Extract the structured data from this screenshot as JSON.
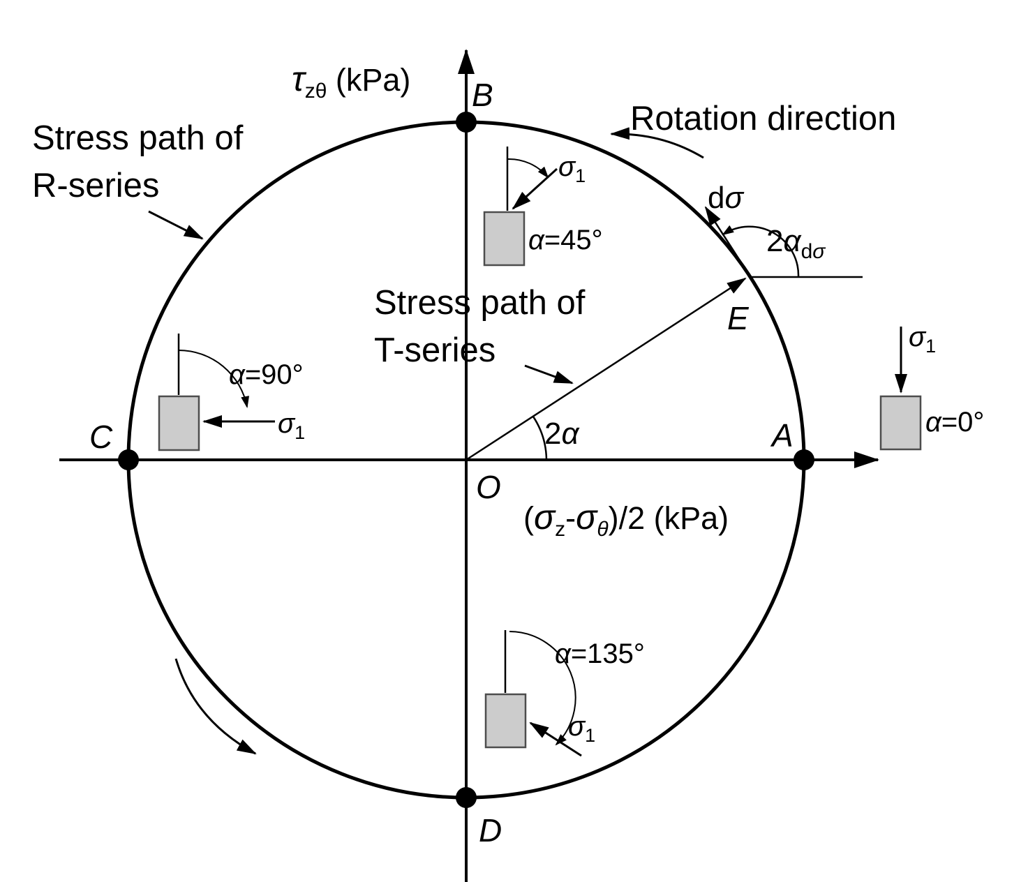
{
  "annotations": {
    "r_series": {
      "line1": "Stress path of",
      "line2": "R-series"
    },
    "t_series": {
      "line1": "Stress path of",
      "line2": "T-series"
    },
    "rotation": "Rotation direction",
    "d_sigma": {
      "d": "d",
      "sigma": "σ"
    },
    "two_alpha": {
      "num": "2",
      "alpha": "α"
    },
    "two_alpha_d": {
      "num": "2",
      "alpha": "α",
      "sub_d": "d",
      "sub_sigma": "σ"
    }
  },
  "axes": {
    "y": {
      "tau": "τ",
      "sub": "zθ",
      "unit": " (kPa)"
    },
    "x": {
      "open": "(",
      "sigma_a": "σ",
      "sub_a": "z",
      "minus": "-",
      "sigma_b": "σ",
      "sub_b": "θ",
      "close": ")/2 (kPa)"
    }
  },
  "points": {
    "A": "A",
    "B": "B",
    "C": "C",
    "D": "D",
    "E": "E",
    "O": "O"
  },
  "specimens": {
    "a45": {
      "alpha": "α",
      "eq": "=45°",
      "sigma": "σ",
      "sub": "1"
    },
    "a90": {
      "alpha": "α",
      "eq": "=90°",
      "sigma": "σ",
      "sub": "1"
    },
    "a0": {
      "alpha": "α",
      "eq": "=0°",
      "sigma": "σ",
      "sub": "1"
    },
    "a135": {
      "alpha": "α",
      "eq": "=135°",
      "sigma": "σ",
      "sub": "1"
    }
  },
  "colors": {
    "line": "#000000",
    "specimen_fill": "#cccccc",
    "specimen_stroke": "#4d4d4d"
  }
}
